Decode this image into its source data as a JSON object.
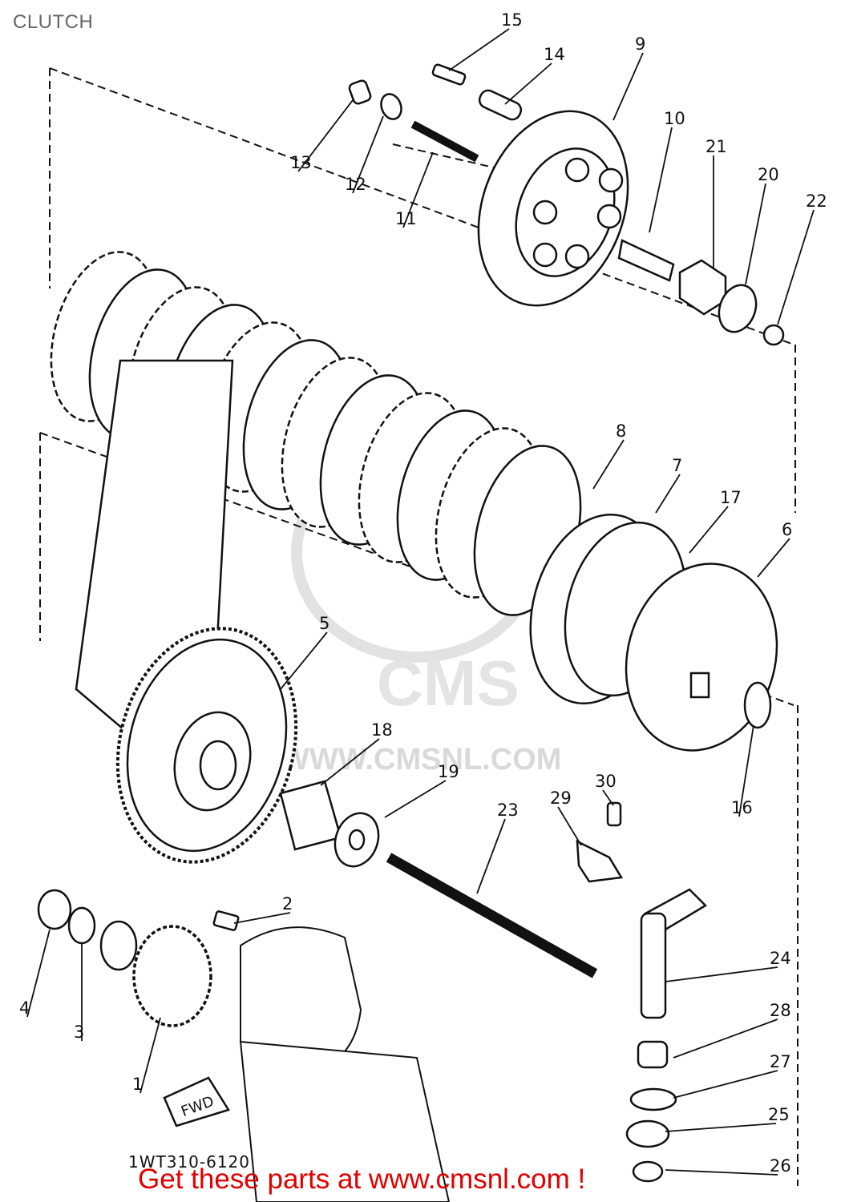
{
  "page": {
    "title": "CLUTCH"
  },
  "diagram": {
    "drawing_code": "1WT310-6120",
    "direction_label": "FWD",
    "watermark": "WWW.CMSNL.COM",
    "callouts": [
      "1",
      "2",
      "3",
      "4",
      "5",
      "6",
      "7",
      "8",
      "9",
      "10",
      "11",
      "12",
      "13",
      "14",
      "15",
      "16",
      "17",
      "18",
      "19",
      "20",
      "21",
      "22",
      "23",
      "24",
      "25",
      "26",
      "27",
      "28",
      "29",
      "30"
    ]
  },
  "footer": {
    "promo_text": "Get these parts at www.cmsnl.com !"
  },
  "colors": {
    "line": "#111111",
    "promo": "#e00000",
    "watermark": "#d9d9d9",
    "title": "#666666"
  }
}
